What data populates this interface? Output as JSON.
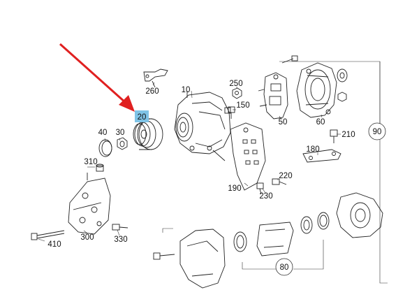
{
  "diagram": {
    "highlight_color": "#7fc3e6",
    "arrow_color": "#e02020",
    "labels": {
      "p10": "10",
      "p20": "20",
      "p30": "30",
      "p40": "40",
      "p50": "50",
      "p60": "60",
      "p80": "80",
      "p90": "90",
      "p150": "150",
      "p180": "180",
      "p190": "190",
      "p210": "210",
      "p220": "220",
      "p230": "230",
      "p250": "250",
      "p260": "260",
      "p300": "300",
      "p310": "310",
      "p330": "330",
      "p410": "410"
    }
  }
}
